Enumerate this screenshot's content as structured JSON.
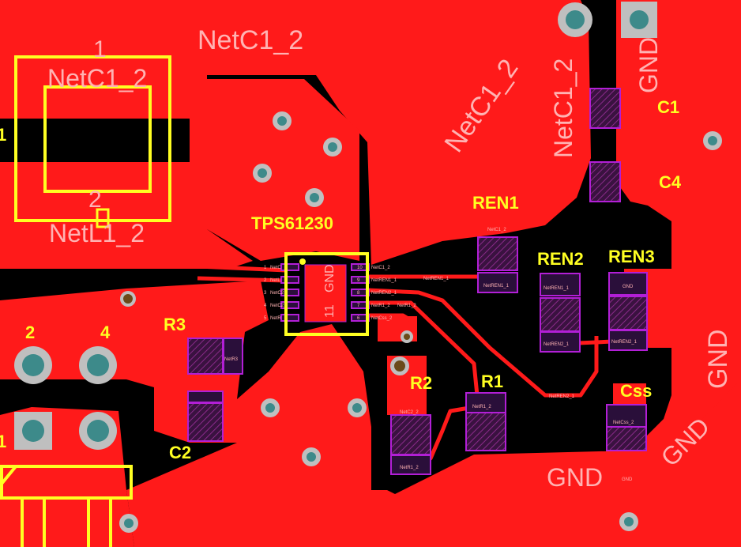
{
  "colors": {
    "copper": "#ff1a1a",
    "background": "#000000",
    "silkscreen": "#ffff22",
    "pad_outline": "#b21fd6",
    "via": "#5e9ea0"
  },
  "big_nets": {
    "netc1_2_top": "NetC1_2",
    "netc1_2_rot_a": "NetC1_2",
    "netc1_2_rot_b": "NetC1_2",
    "netl1_2": "NetL1_2",
    "netc1_2_inductor": "NetC1_2",
    "gnd_top_right": "GND",
    "gnd_right": "GND",
    "gnd_bottom_right": "GND",
    "gnd_bottom": "GND"
  },
  "inductor": {
    "pin1": "1",
    "pin2": "2",
    "side_label": "1"
  },
  "connector": {
    "pin2": "2",
    "pin4": "4",
    "pin1": "1"
  },
  "components": {
    "tps": "TPS61230",
    "ren1": "REN1",
    "ren2": "REN2",
    "ren3": "REN3",
    "r1": "R1",
    "r2": "R2",
    "r3": "R3",
    "c1": "C1",
    "c2": "C2",
    "c4": "C4",
    "css": "Css"
  },
  "ic": {
    "center_pin": "11",
    "center_net": "GND",
    "left_pins": [
      "NetC",
      "NetL",
      "NetC2",
      "NetC2",
      "NetR"
    ],
    "left_nums": [
      "1",
      "2",
      "3",
      "4",
      "5"
    ],
    "right_pins": [
      "NetC1_2",
      "NetREN1_1",
      "NetREN2_1",
      "NetR1_2",
      "NetCss_2"
    ],
    "right_nums": [
      "10",
      "9",
      "8",
      "7",
      "6"
    ]
  },
  "small_nets": {
    "ren1_pad": "NetREN1_1",
    "ren2_pad": "NetREN1_1",
    "ren2_pad_b": "NetREN2_1",
    "ren3_pad": "GND",
    "ren3_pad_b": "NetREN2_1",
    "r1_pad": "NetR1_2",
    "r2_pad": "NetC2_2",
    "r2_pad_b": "NetR1_2",
    "css_pad": "NetCss_2",
    "r3_pad": "NetR3",
    "trace_ren1": "NetREN1_1",
    "trace_ren2": "NetREN2_1",
    "trace_r1": "NetR1_2",
    "trace_c1": "NetC1_2",
    "gnd_small": "GND"
  }
}
